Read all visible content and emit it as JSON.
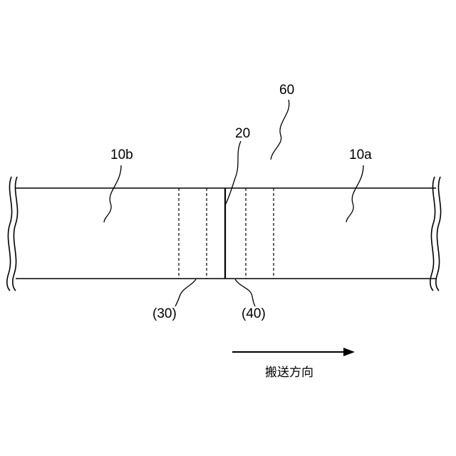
{
  "labels": {
    "sheet_right": "10a",
    "sheet_left": "10b",
    "joint_line": "20",
    "overlap_left": "(30)",
    "overlap_right": "(40)",
    "whole_assembly": "60",
    "transport_direction": "搬送方向"
  }
}
